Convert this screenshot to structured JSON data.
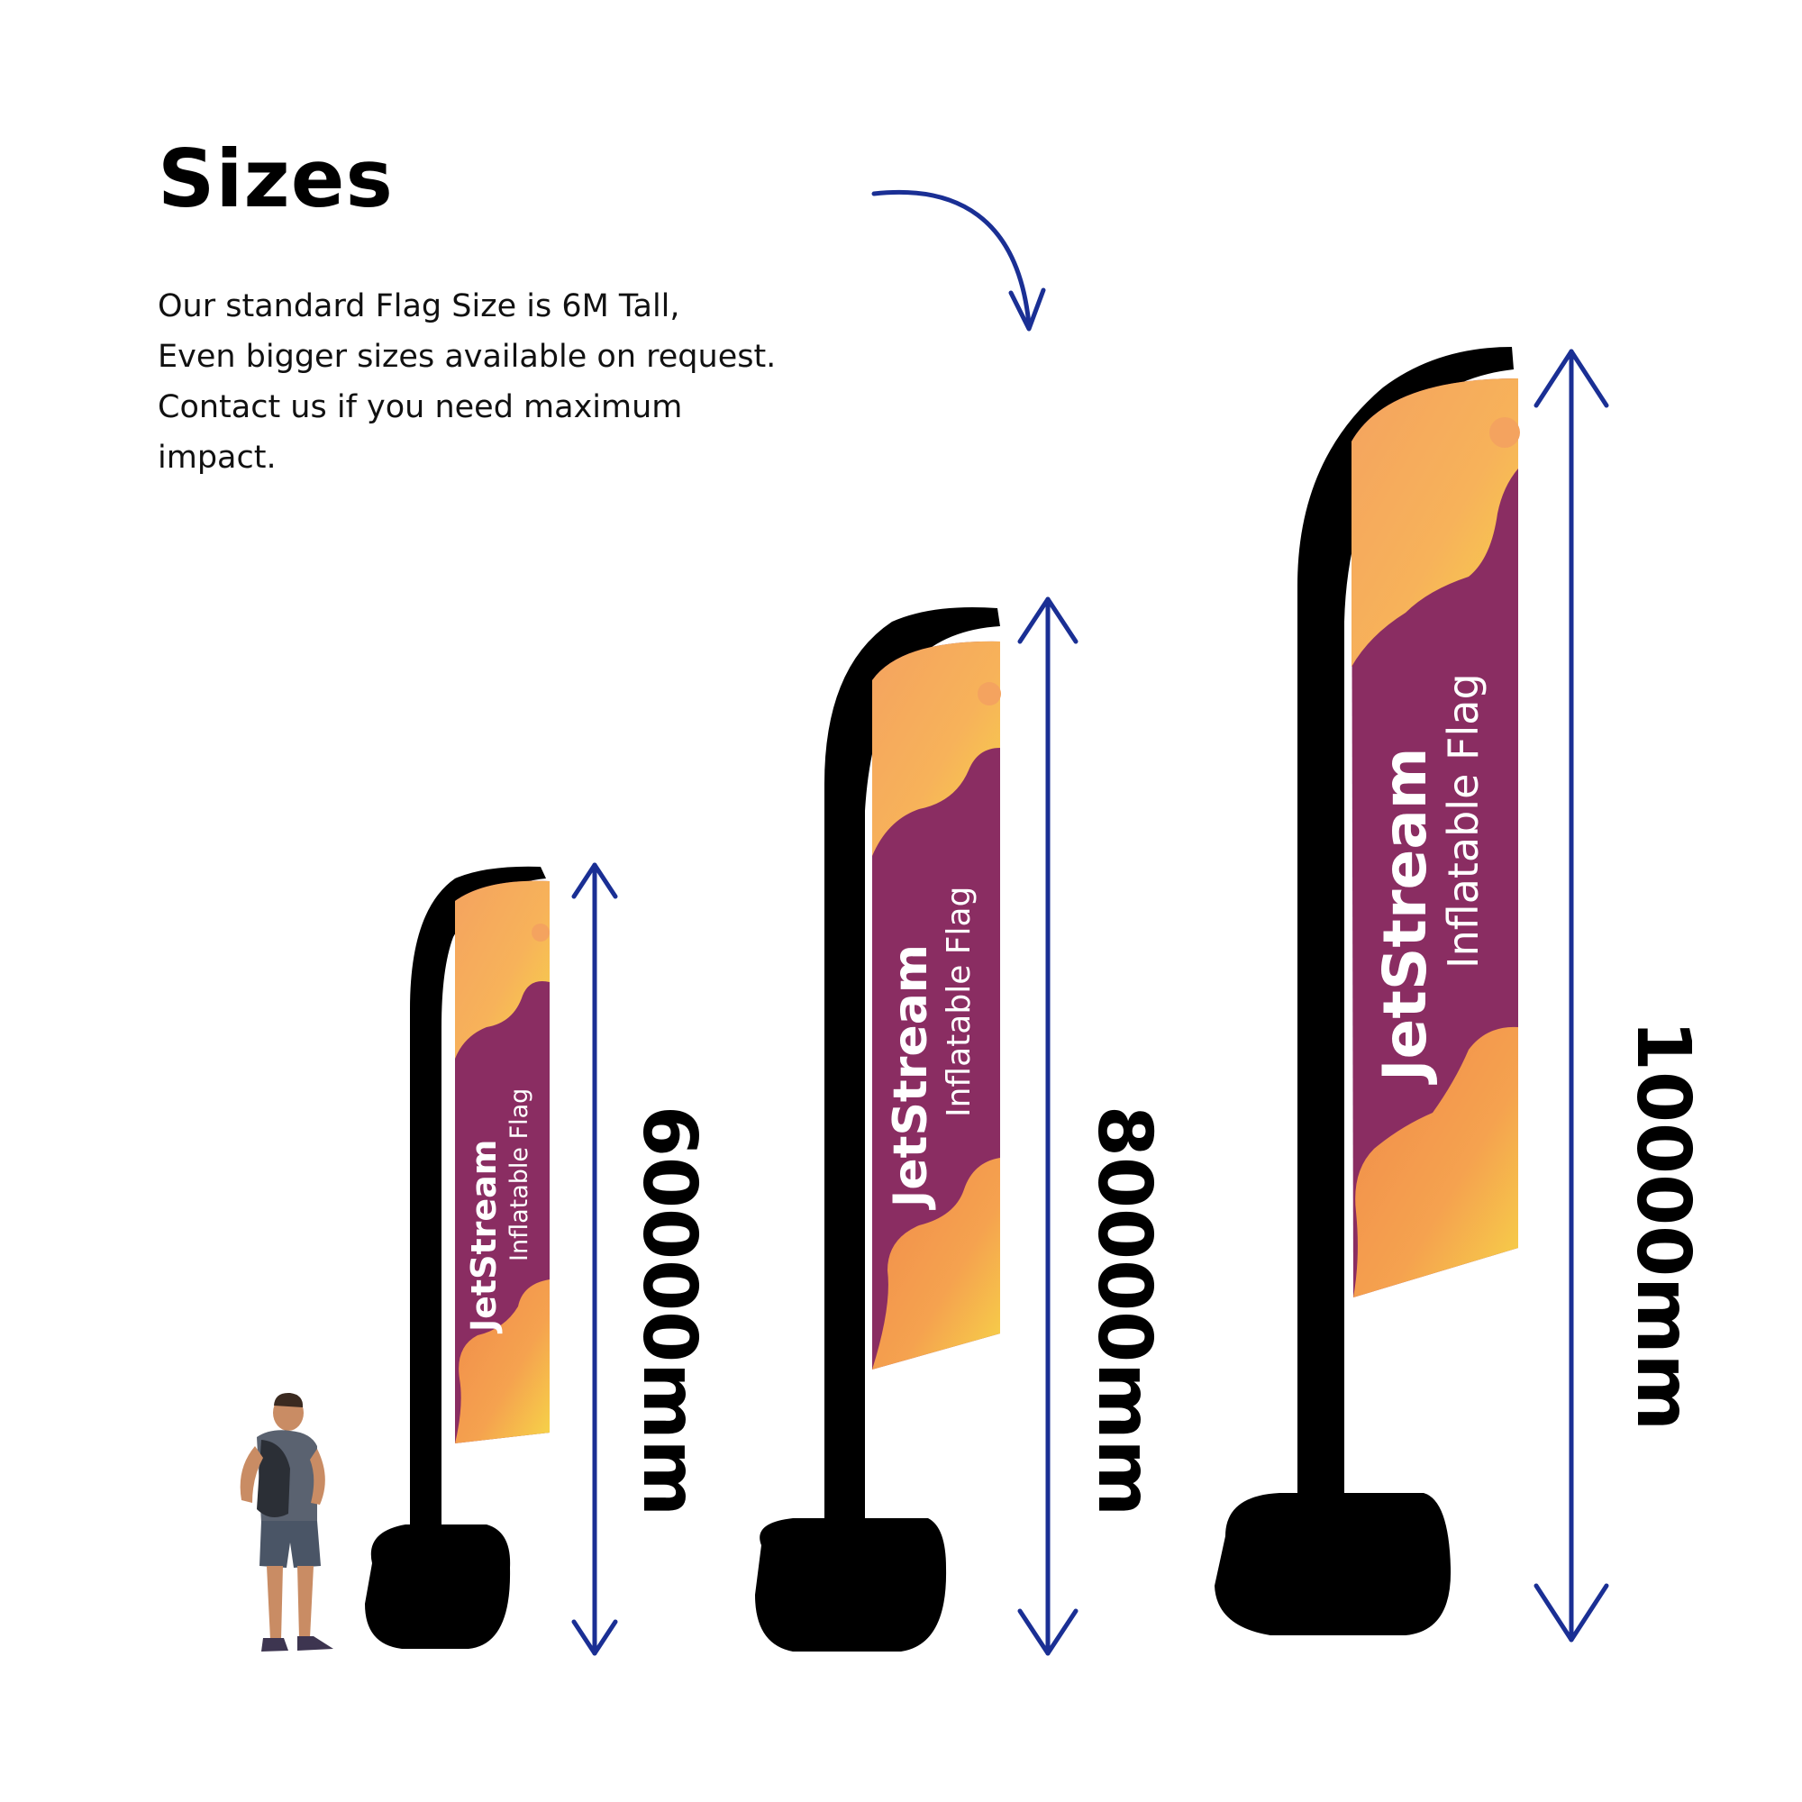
{
  "heading": {
    "title": "Sizes"
  },
  "intro": {
    "lines": [
      "Our standard Flag Size is 6M Tall,",
      "Even bigger sizes available on request.",
      "Contact us if you need maximum",
      "impact."
    ]
  },
  "flags": [
    {
      "brand": "JetStream",
      "subtitle": "Inflatable Flag",
      "height_label": "60000mm"
    },
    {
      "brand": "JetStream",
      "subtitle": "Inflatable Flag",
      "height_label": "80000mm"
    },
    {
      "brand": "JetStream",
      "subtitle": "Inflatable Flag",
      "height_label": "10000mm"
    }
  ],
  "colors": {
    "arrow": "#1a2f94",
    "banner_purple": "#8a2d62",
    "banner_orange": "#f4a35f",
    "banner_yellow": "#f6d548",
    "pole": "#000000",
    "text": "#000000"
  },
  "icons": {
    "pointer_arrow": "curved-arrow-icon",
    "dimension_arrow": "double-arrow-icon",
    "person": "person-icon"
  }
}
